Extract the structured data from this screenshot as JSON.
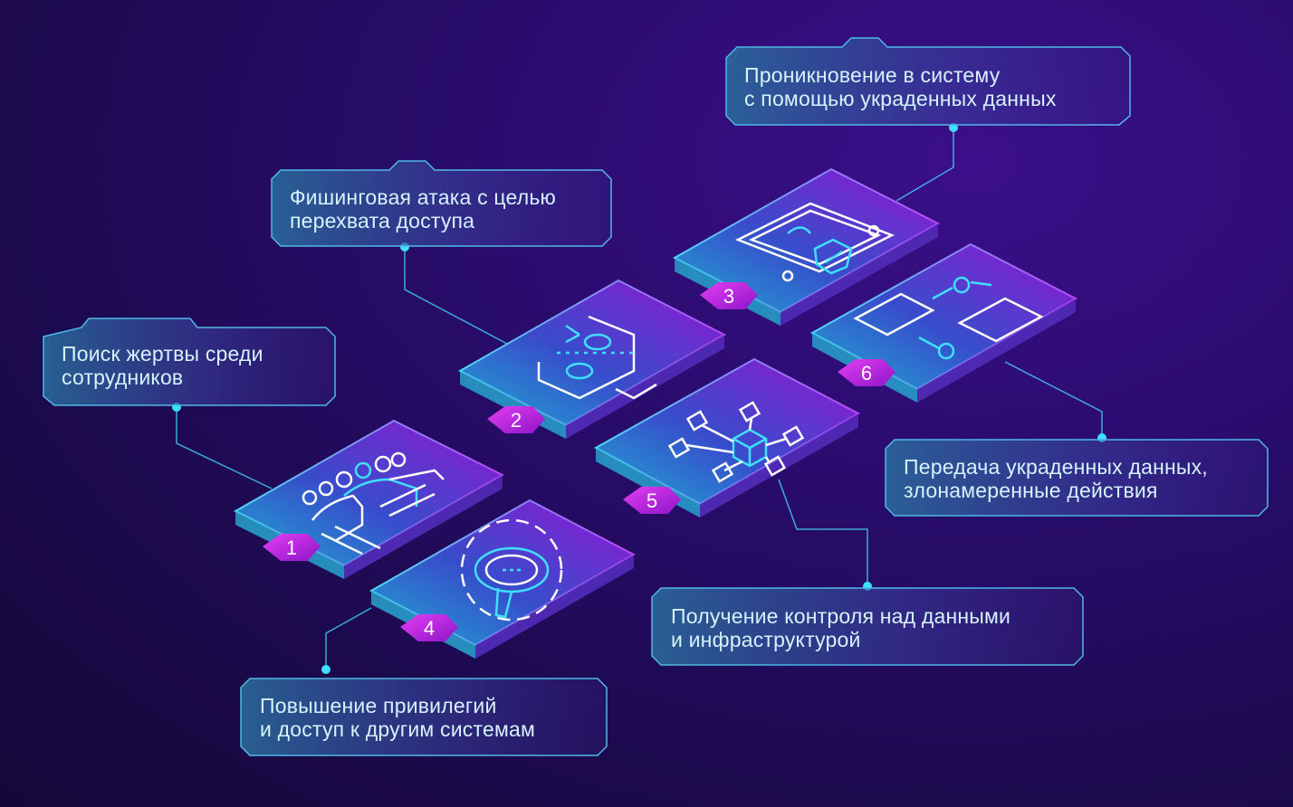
{
  "steps": [
    {
      "number": "1",
      "line1": "Поиск жертвы среди",
      "line2": "сотрудников",
      "icon": "people-icon"
    },
    {
      "number": "2",
      "line1": "Фишинговая атака с целью",
      "line2": "перехвата доступа",
      "icon": "phishing-monitor-icon"
    },
    {
      "number": "3",
      "line1": "Проникновение в систему",
      "line2": "с помощью украденных данных",
      "icon": "secure-login-icon"
    },
    {
      "number": "4",
      "line1": "Повышение привилегий",
      "line2": "и доступ к другим системам",
      "icon": "gear-search-icon"
    },
    {
      "number": "5",
      "line1": "Получение контроля над данными",
      "line2": "и инфраструктурой",
      "icon": "network-cube-icon"
    },
    {
      "number": "6",
      "line1": "Передача украденных данных,",
      "line2": "злонамеренные действия",
      "icon": "connected-monitors-icon"
    }
  ],
  "colors": {
    "accent": "#3fd6ff",
    "badge": "#c21fd6",
    "label_text": "#d6f2ff"
  }
}
